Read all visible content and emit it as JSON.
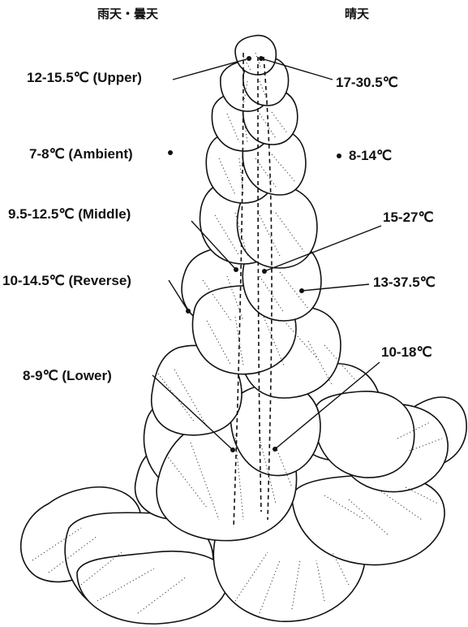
{
  "header": {
    "left": "雨天・曇天",
    "right": "晴天"
  },
  "labels": {
    "upper_left": "12-15.5℃ (Upper)",
    "upper_right": "17-30.5℃",
    "ambient_left": "7-8℃ (Ambient)",
    "ambient_right": "8-14℃",
    "middle_left": "9.5-12.5℃ (Middle)",
    "middle_right": "15-27℃",
    "reverse_left": "10-14.5℃ (Reverse)",
    "reverse_right": "13-37.5℃",
    "lower_left": "8-9℃ (Lower)",
    "lower_right": "10-18℃"
  },
  "colors": {
    "ink": "#111111",
    "background": "#ffffff"
  }
}
